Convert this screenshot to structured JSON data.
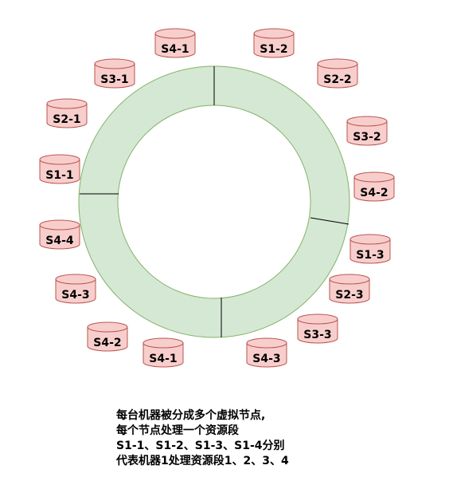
{
  "colors": {
    "ring_fill": "#d5e8d4",
    "ring_stroke": "#82b366",
    "node_fill": "#f8cecc",
    "node_stroke": "#b85450",
    "divider": "#000000"
  },
  "nodes": [
    {
      "label": "S4-1"
    },
    {
      "label": "S1-2"
    },
    {
      "label": "S3-1"
    },
    {
      "label": "S2-2"
    },
    {
      "label": "S2-1"
    },
    {
      "label": "S3-2"
    },
    {
      "label": "S1-1"
    },
    {
      "label": "S4-2"
    },
    {
      "label": "S4-4"
    },
    {
      "label": "S1-3"
    },
    {
      "label": "S4-3"
    },
    {
      "label": "S2-3"
    },
    {
      "label": "S3-3"
    },
    {
      "label": "S4-2"
    },
    {
      "label": "S4-1"
    },
    {
      "label": "S4-3"
    }
  ],
  "caption": {
    "line1": "每台机器被分成多个虚拟节点,",
    "line2": "每个节点处理一个资源段",
    "line3": "S1-1、S1-2、S1-3、S1-4分别",
    "line4": "代表机器1处理资源段1、2、3、4"
  }
}
